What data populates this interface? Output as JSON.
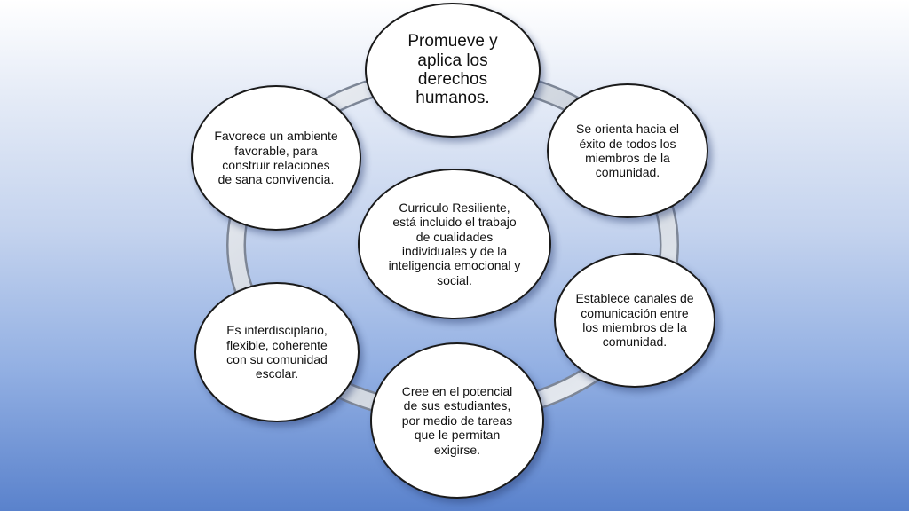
{
  "diagram": {
    "center": "Curriculo Resiliente, está incluido el trabajo de cualidades individuales y de la inteligencia emocional y social.",
    "nodes": {
      "top": "Promueve y aplica los derechos humanos.",
      "top_right": "Se orienta hacia el éxito  de todos los miembros de la comunidad.",
      "right": "Establece canales de comunicación entre los miembros de la comunidad.",
      "bottom": "Cree en el potencial de sus estudiantes, por medio de tareas que le permitan exigirse.",
      "left": "Es interdisciplario, flexible, coherente con su comunidad escolar.",
      "top_left": "Favorece un ambiente favorable, para construir relaciones de sana convivencia."
    }
  },
  "colors": {
    "ring": "#c9d0da",
    "ring_edge": "#7d8696",
    "circle_fill": "#ffffff",
    "circle_border": "#1a1a1a",
    "background_bottom": "#5a82cc"
  }
}
